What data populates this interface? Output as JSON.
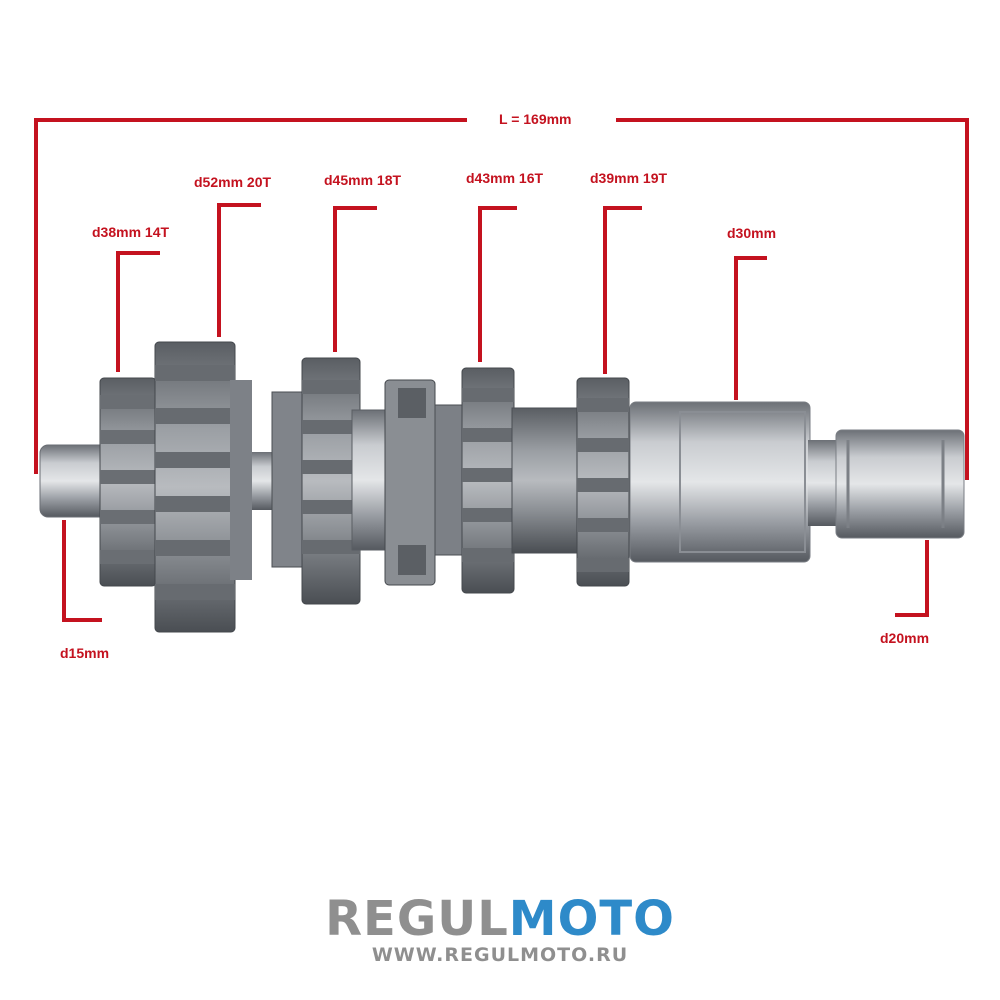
{
  "colors": {
    "dimension_line": "#c4121f",
    "label_text": "#c4121f",
    "logo_grey": "#8f8f8f",
    "logo_blue": "#2e8ac9",
    "metal_light": "#c9ccd0",
    "metal_mid": "#8e9298",
    "metal_dark": "#55595f"
  },
  "dimensions": {
    "length": "L = 169mm",
    "gear1": "d38mm 14T",
    "gear2": "d52mm 20T",
    "gear3": "d45mm 18T",
    "gear4": "d43mm 16T",
    "gear5": "d39mm 19T",
    "spline": "d30mm",
    "left_end": "d15mm",
    "right_end": "d20mm"
  },
  "logo": {
    "part1": "REGUL",
    "part2": "MOTO",
    "url": "WWW.REGULMOTO.RU"
  },
  "image": {
    "subject": "transmission gear shaft"
  }
}
